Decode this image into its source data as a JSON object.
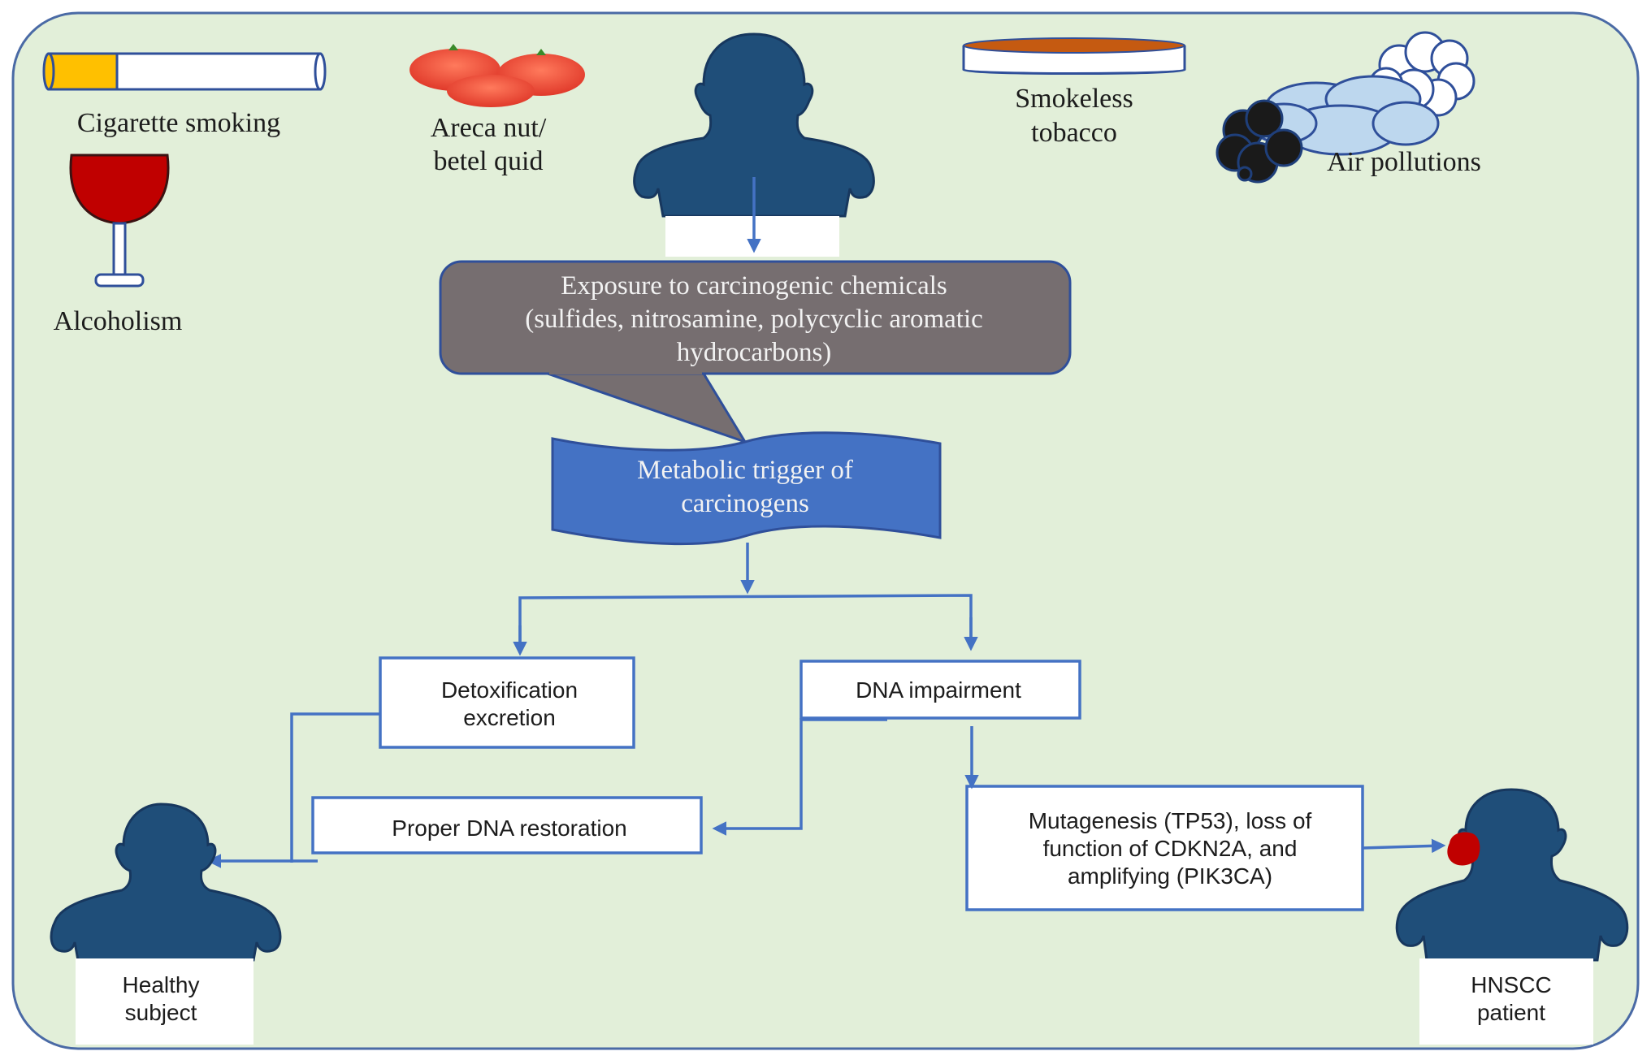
{
  "figure": {
    "title": "Carcinogen exposure pathway to HNSCC",
    "colors": {
      "background": "#e2efd9",
      "border": "#4a6aa5",
      "flow": "#4472c4",
      "silhouette": "#1f4e79",
      "exposure_box": "#766e70",
      "metabolic_banner": "#4472c4",
      "tumor": "#c00000",
      "cigarette_filter": "#ffc000",
      "wine": "#c00000",
      "tobacco": "#c55a11",
      "smoke_light": "#bdd7ee",
      "smoke_dark": "#1a1a1a"
    }
  },
  "risk_factors": [
    {
      "id": "cigarette",
      "icon": "cigarette-icon",
      "lines": [
        "Cigarette smoking"
      ]
    },
    {
      "id": "areca",
      "icon": "areca-nut-icon",
      "lines": [
        "Areca nut/",
        "betel quid"
      ]
    },
    {
      "id": "smokeless",
      "icon": "smokeless-tobacco-icon",
      "lines": [
        "Smokeless",
        "tobacco"
      ]
    },
    {
      "id": "air",
      "icon": "air-pollution-cloud-icon",
      "lines": [
        "Air pollutions"
      ]
    },
    {
      "id": "alcohol",
      "icon": "wine-glass-icon",
      "lines": [
        "Alcoholism"
      ]
    }
  ],
  "exposure": {
    "lines": [
      "Exposure to carcinogenic chemicals",
      "(sulfides, nitrosamine, polycyclic aromatic",
      "hydrocarbons)"
    ]
  },
  "metabolic": {
    "lines": [
      "Metabolic trigger of",
      "carcinogens"
    ]
  },
  "boxes": {
    "detox": {
      "lines": [
        "Detoxification",
        "excretion"
      ]
    },
    "dna_impairment": {
      "lines": [
        "DNA impairment"
      ]
    },
    "dna_restoration": {
      "lines": [
        "Proper DNA restoration"
      ]
    },
    "mutagenesis": {
      "lines": [
        "Mutagenesis (TP53), loss of",
        "function of CDKN2A, and",
        "amplifying (PIK3CA)"
      ]
    }
  },
  "outcomes": {
    "healthy": {
      "lines": [
        "Healthy",
        "subject"
      ]
    },
    "patient": {
      "lines": [
        "HNSCC",
        "patient"
      ]
    }
  }
}
